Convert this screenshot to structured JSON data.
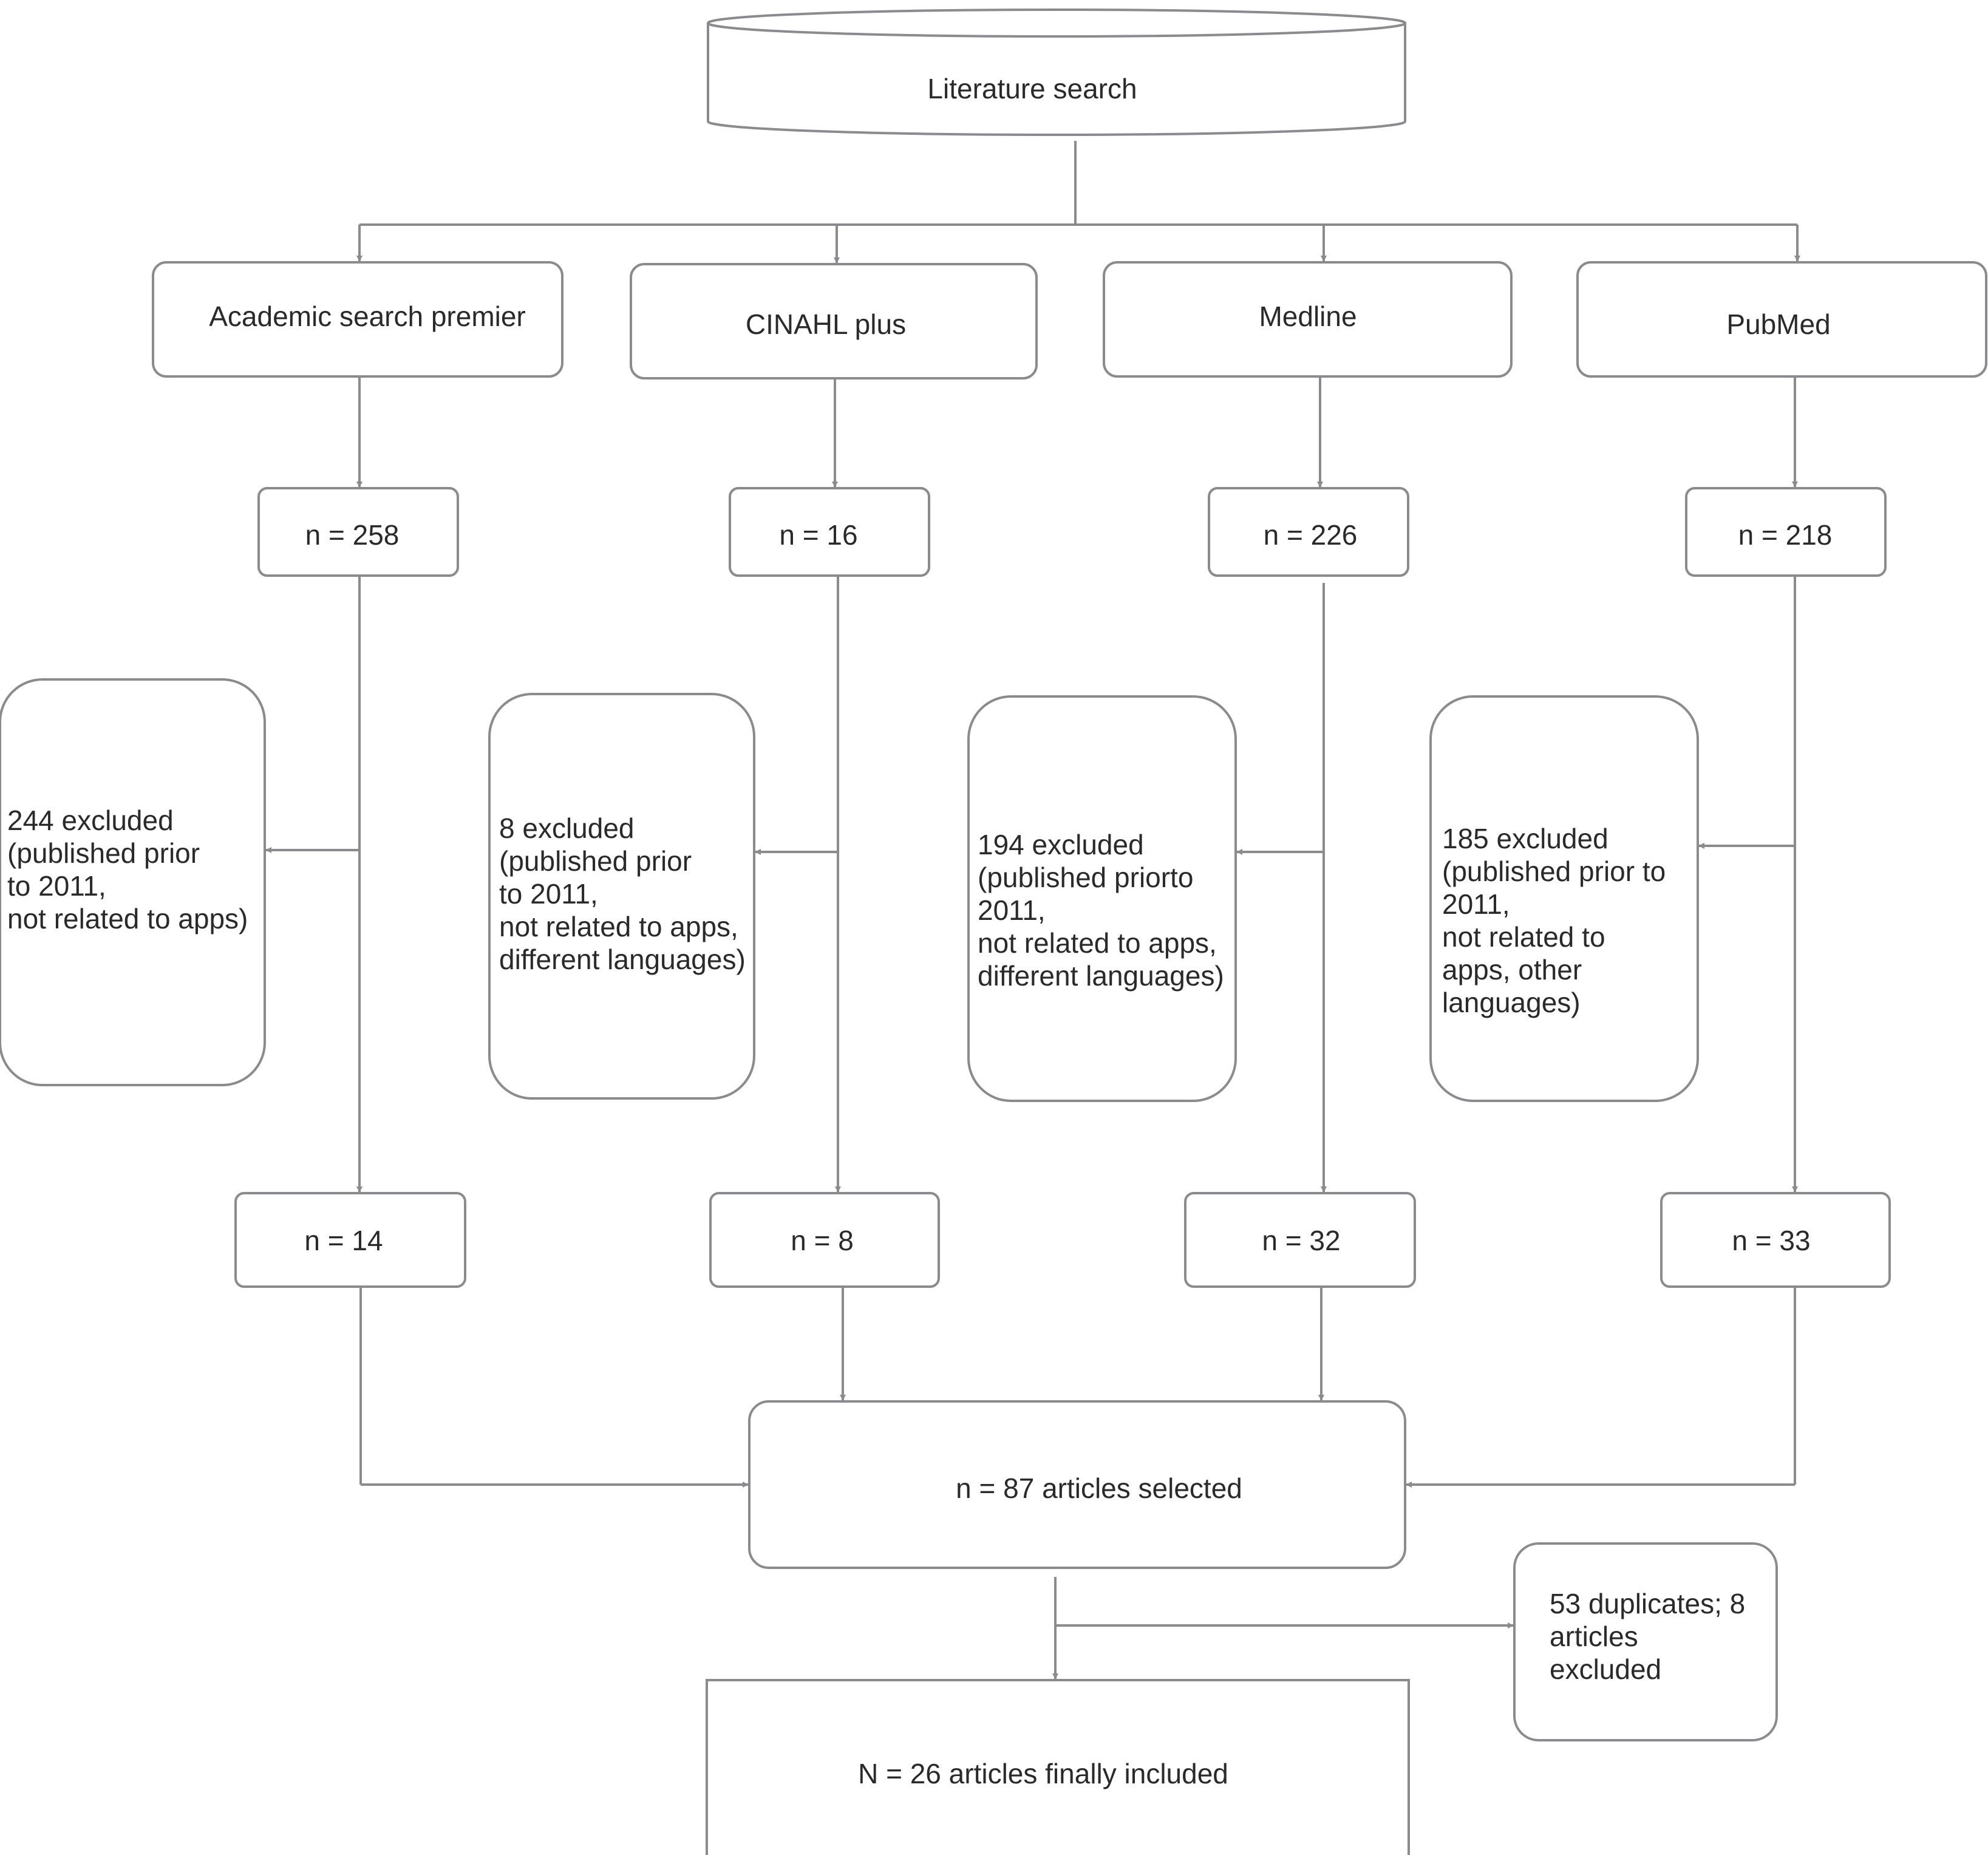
{
  "colors": {
    "stroke": "#8a8a8f",
    "text": "#2a2a2a",
    "background": "#ffffff"
  },
  "literature_search": "Literature search",
  "databases": [
    {
      "name": "Academic search premier",
      "retrieved": "n = 258",
      "excluded": [
        "244 excluded",
        "(published prior",
        "to 2011,",
        "not related to apps)"
      ],
      "included": "n = 14"
    },
    {
      "name": "CINAHL plus",
      "retrieved": "n = 16",
      "excluded": [
        "8 excluded",
        "(published prior",
        "to 2011,",
        "not related to apps,",
        "different languages)"
      ],
      "included": "n = 8"
    },
    {
      "name": "Medline",
      "retrieved": "n = 226",
      "excluded": [
        "194 excluded",
        "(published priorto",
        "2011,",
        "not related to apps,",
        "different languages)"
      ],
      "included": "n = 32"
    },
    {
      "name": "PubMed",
      "retrieved": "n = 218",
      "excluded": [
        "185 excluded",
        "(published prior to",
        "2011,",
        "not related to",
        "apps, other",
        "languages)"
      ],
      "included": "n = 33"
    }
  ],
  "selected": "n = 87 articles selected",
  "duplicates": [
    "53 duplicates; 8",
    "articles",
    "excluded"
  ],
  "final": "N = 26 articles finally included"
}
